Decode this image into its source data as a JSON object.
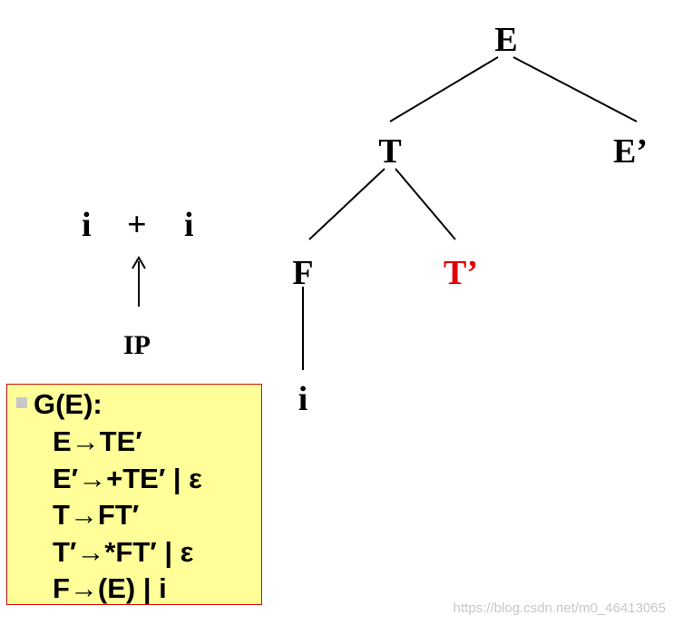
{
  "tree": {
    "nodes": {
      "E": "E",
      "T": "T",
      "E_prime": "E’",
      "F": "F",
      "T_prime": "T’",
      "i": "i"
    },
    "highlight_color": "#e00000"
  },
  "input": {
    "tokens": [
      "i",
      "+",
      "i"
    ],
    "pointer_label": "IP"
  },
  "grammar": {
    "title": "G(E):",
    "rules": [
      "E→TE′",
      "E′→+TE′ | ε",
      "T→FT′",
      "T′→*FT′ | ε",
      "F→(E) | i"
    ],
    "box_color": "#ffff99",
    "border_color": "#d01010"
  },
  "watermark": "https://blog.csdn.net/m0_46413065"
}
